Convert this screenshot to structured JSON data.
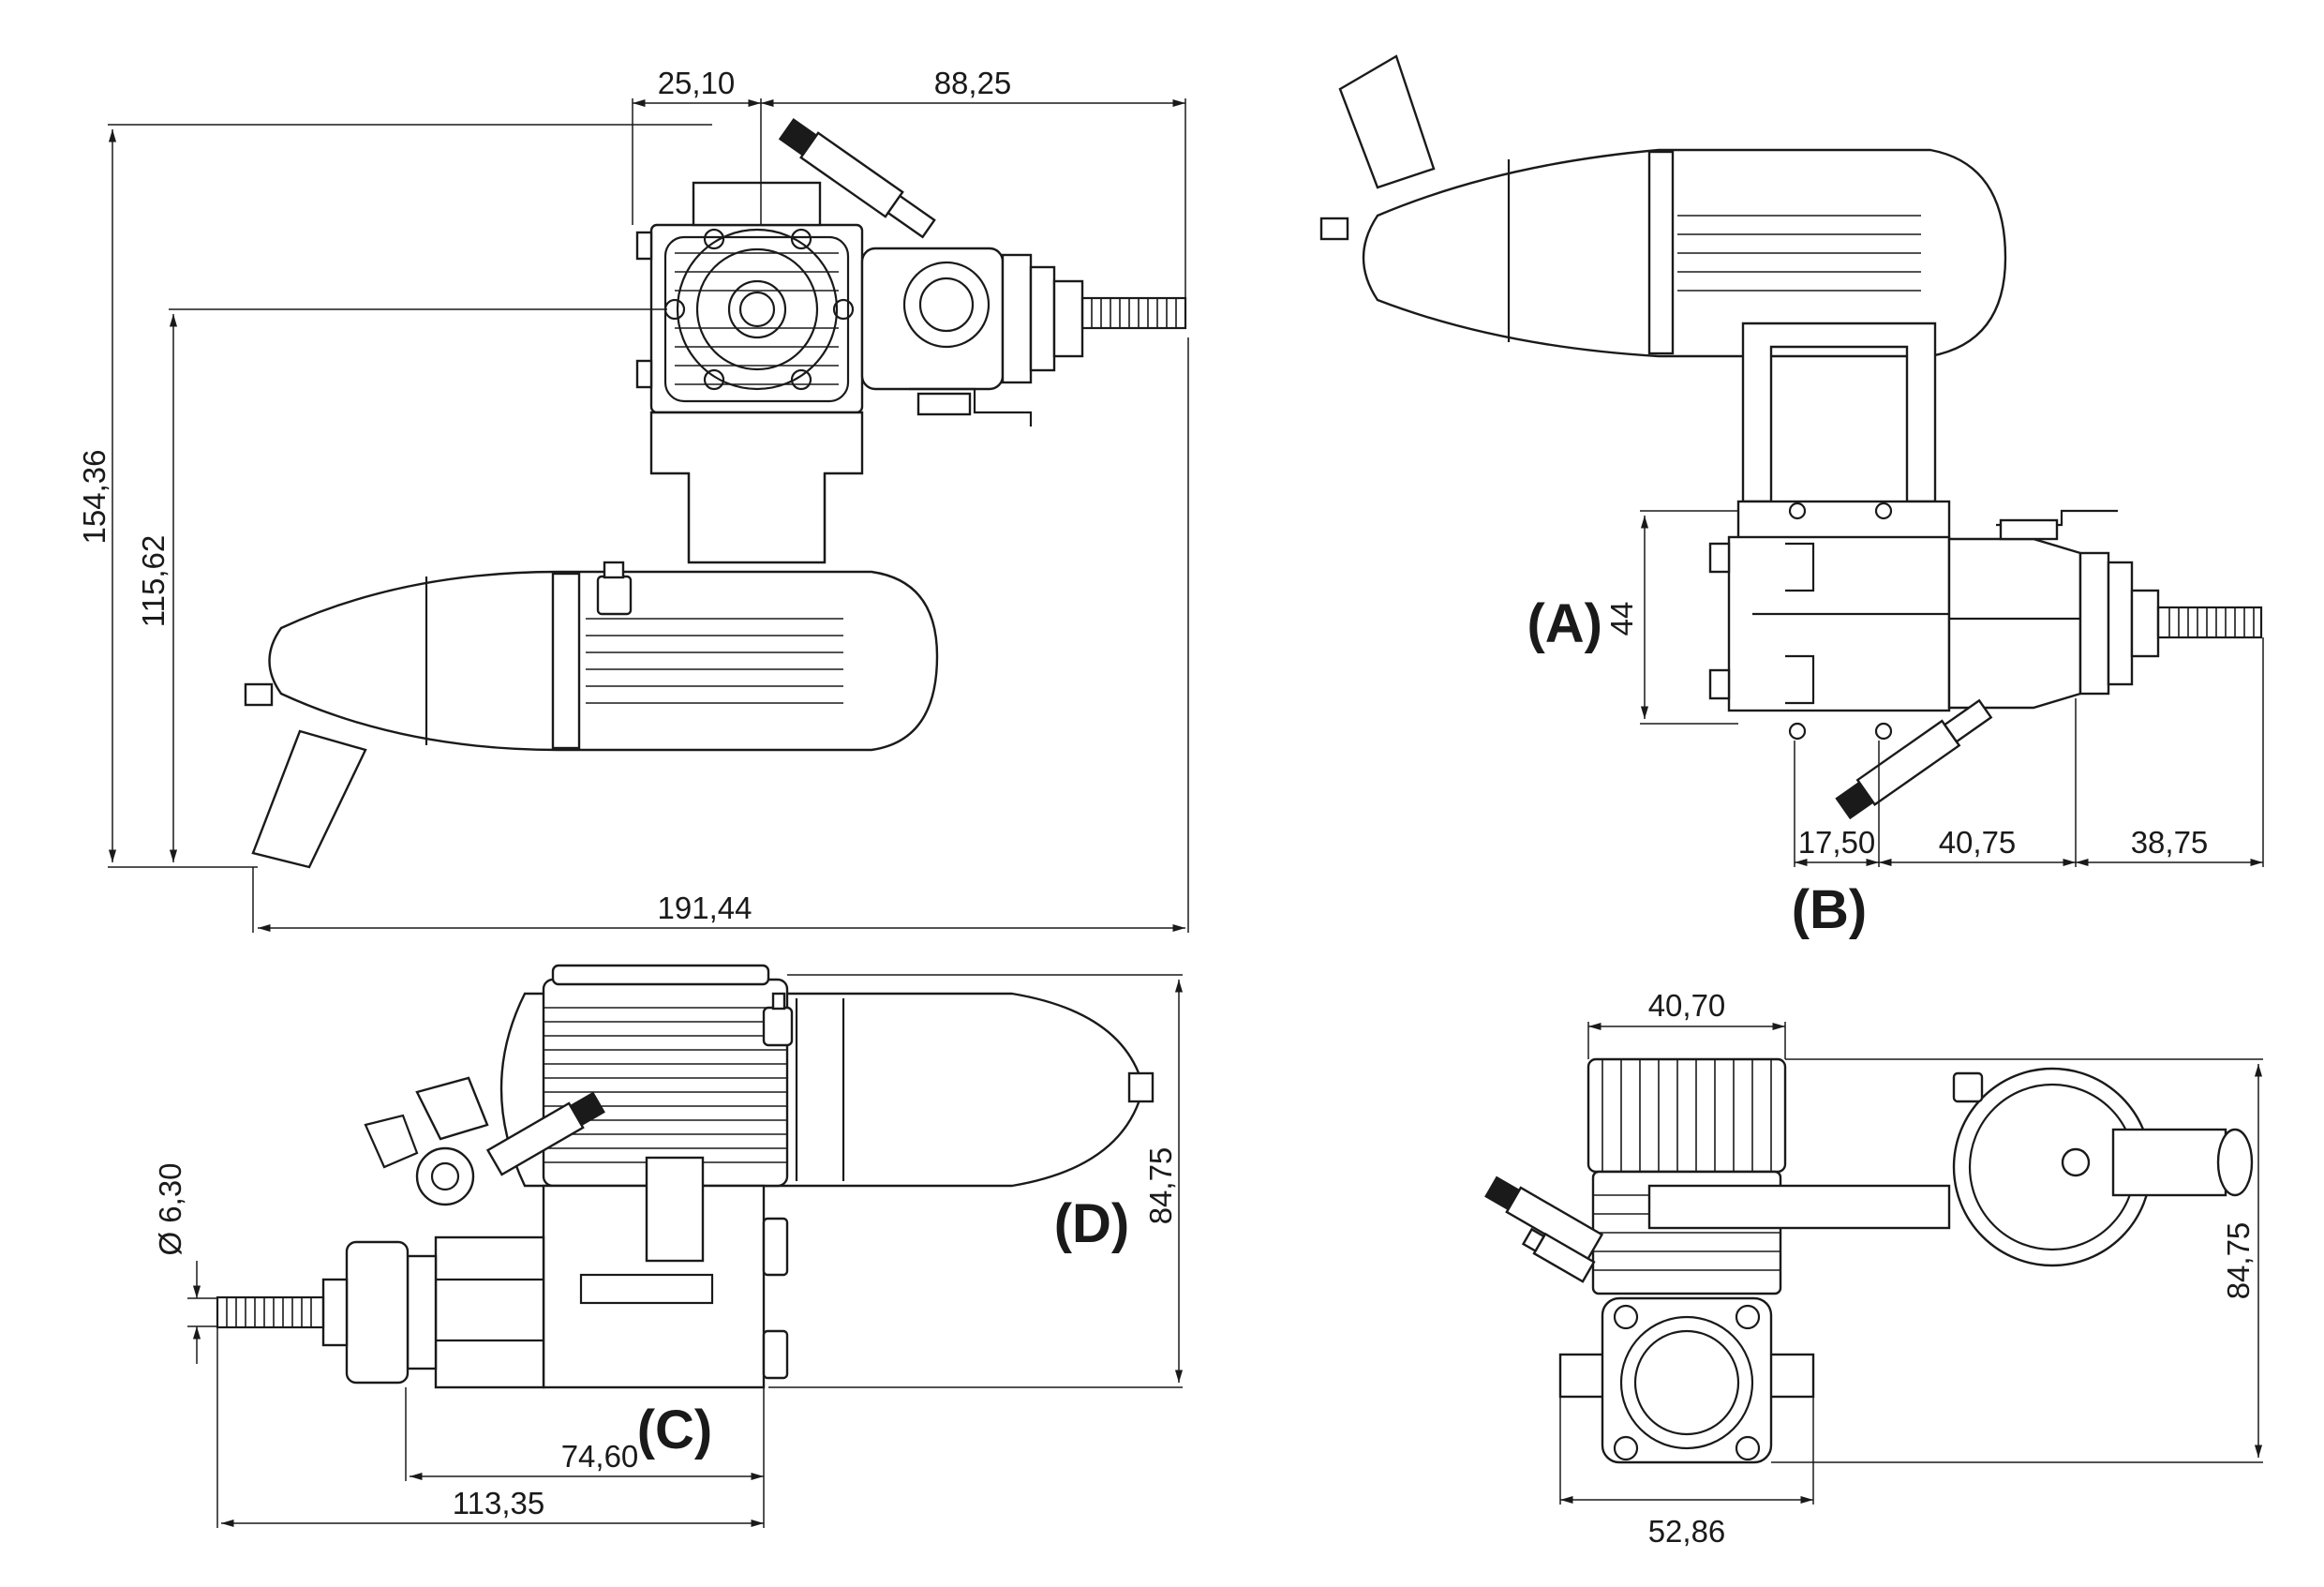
{
  "dimensions": {
    "top_cyl_offset": "25,10",
    "top_to_shaft": "88,25",
    "total_height": "154,36",
    "height_to_axis": "115,62",
    "total_length": "191,44",
    "mount_height": "44",
    "mount_offset": "17,50",
    "mount_depth": "40,75",
    "shaft_length": "38,75",
    "shaft_diameter": "Ø 6,30",
    "side_length_inner": "74,60",
    "side_length_total": "113,35",
    "side_height": "84,75",
    "front_fin_width": "40,70",
    "front_height": "84,75",
    "front_base_width": "52,86"
  },
  "view_labels": {
    "a": "(A)",
    "b": "(B)",
    "c": "(C)",
    "d": "(D)"
  }
}
